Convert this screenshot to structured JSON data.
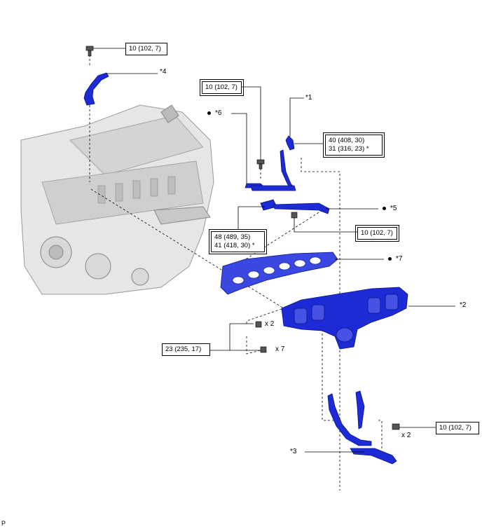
{
  "callouts": {
    "c1": "*1",
    "c2": "*2",
    "c3": "*3",
    "c4": "*4",
    "c5": "*5",
    "c6": "*6",
    "c7": "*7"
  },
  "torque": {
    "t_top": "10 (102, 7)",
    "t_mid": "10 (102, 7)",
    "t_right_a": "40 (408, 30)",
    "t_right_b": "31 (316, 23) *",
    "t_center": "10 (102, 7)",
    "t_left_a": "48 (489, 35)",
    "t_left_b": "41 (418, 30) *",
    "t_bottom_left": "23 (235, 17)",
    "t_bottom_right": "10 (102, 7)"
  },
  "qty": {
    "q1": "x 2",
    "q2": "x 7",
    "q3": "x 2"
  },
  "corner_mark": "P",
  "colors": {
    "part_blue": "#1d2bd6",
    "engine_gray": "#c8c8c8"
  }
}
